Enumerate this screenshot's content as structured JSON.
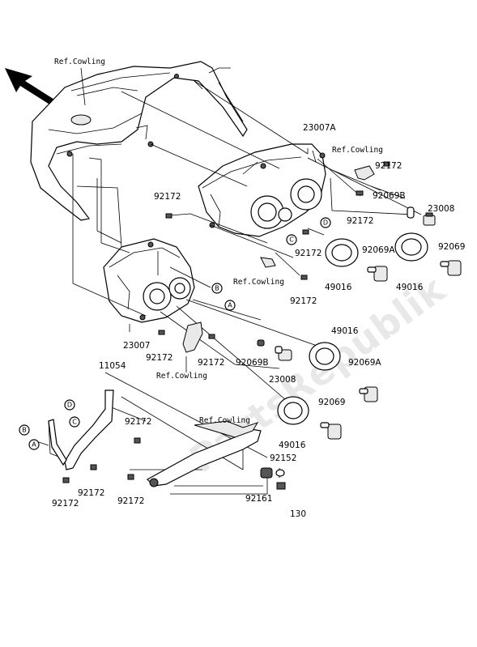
{
  "watermark": "PartsRepublik",
  "ref_label": "Ref.Cowling",
  "circle_letters": {
    "A": "A",
    "B": "B",
    "C": "C",
    "D": "D"
  },
  "parts": {
    "p23007A": "23007A",
    "p23007": "23007",
    "p23008_top": "23008",
    "p23008_mid": "23008",
    "p92069_top": "92069",
    "p92069_bot": "92069",
    "p92069A_top": "92069A",
    "p92069A_bot": "92069A",
    "p92069B_top": "92069B",
    "p92069B_mid": "92069B",
    "p49016_a": "49016",
    "p49016_b": "49016",
    "p49016_c": "49016",
    "p49016_d": "49016",
    "p92172_a": "92172",
    "p92172_b": "92172",
    "p92172_c": "92172",
    "p92172_d": "92172",
    "p92172_e": "92172",
    "p92172_f": "92172",
    "p92172_g": "92172",
    "p92172_h": "92172",
    "p92172_i": "92172",
    "p92172_j": "92172",
    "p92172_k": "92172",
    "p11054": "11054",
    "p92152": "92152",
    "p92161": "92161",
    "p130": "130"
  }
}
